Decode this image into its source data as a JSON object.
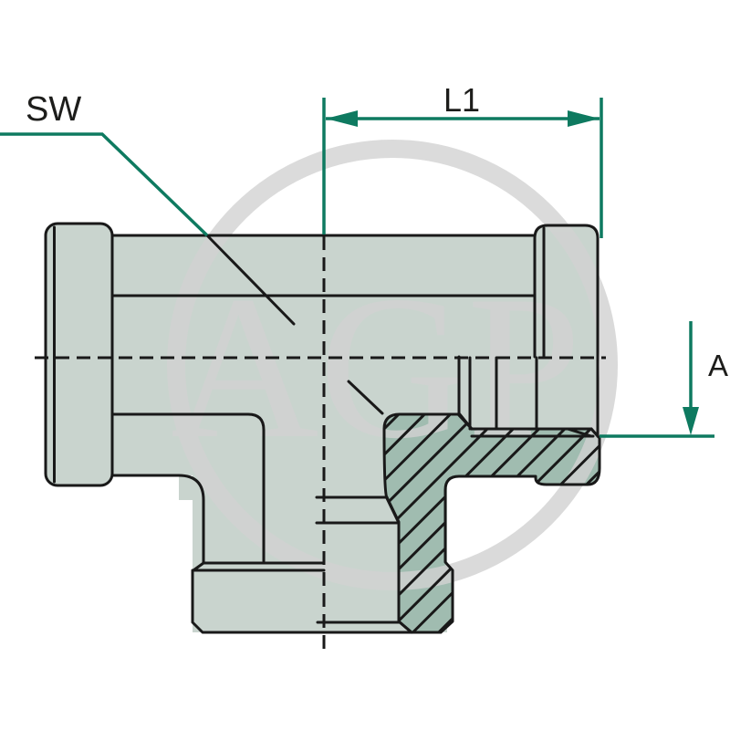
{
  "drawing": {
    "labels": {
      "sw": "SW",
      "l1": "L1",
      "a": "A"
    },
    "watermark_text": "AGP",
    "colors": {
      "background": "#ffffff",
      "body_fill": "#c9d4ce",
      "section_hatch_fill": "#a0bcb0",
      "outline_black": "#191919",
      "dimension_green": "#0e7a60",
      "label_text": "#1d1d1b",
      "watermark_gray": "#d2d2d2"
    }
  }
}
